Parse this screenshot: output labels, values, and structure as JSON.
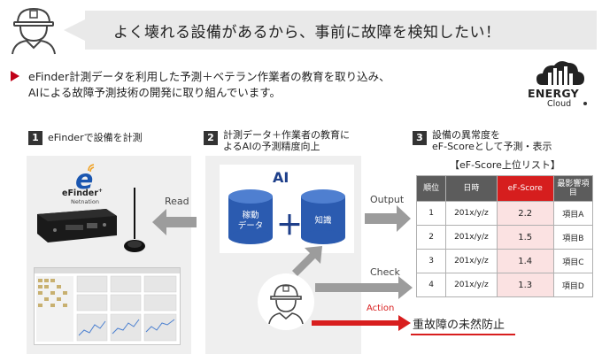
{
  "headline": "よく壊れる設備があるから、事前に故障を検知したい！",
  "intro": {
    "line1": "eFinder計測データを利用した予測＋ベテラン作業者の教育を取り込み、",
    "line2": "AIによる故障予測技術の開発に取り組んでいます。"
  },
  "logo": {
    "line1": "ENERGY",
    "line2": "Cloud"
  },
  "steps": [
    {
      "num": "1",
      "text_l1": "eFinderで設備を計測",
      "text_l2": ""
    },
    {
      "num": "2",
      "text_l1": "計測データ＋作業者の教育に",
      "text_l2": "よるAIの予測精度向上"
    },
    {
      "num": "3",
      "text_l1": "設備の異常度を",
      "text_l2": "eF-Scoreとして予測・表示"
    }
  ],
  "efinder": {
    "brand": "eFinder",
    "tm": "+",
    "sub": "Netnation"
  },
  "ai": {
    "title": "AI",
    "cyl_left_l1": "稼動",
    "cyl_left_l2": "データ",
    "plus": "＋",
    "cyl_right": "知識"
  },
  "arrows": {
    "read": "Read",
    "output": "Output",
    "check": "Check",
    "action": "Action"
  },
  "list_title": "【eF-Score上位リスト】",
  "table": {
    "headers": [
      "順位",
      "日時",
      "eF-Score",
      "最影響項目"
    ],
    "rows": [
      [
        "1",
        "201x/y/z",
        "2.2",
        "項目A"
      ],
      [
        "2",
        "201x/y/z",
        "1.5",
        "項目B"
      ],
      [
        "3",
        "201x/y/z",
        "1.4",
        "項目C"
      ],
      [
        "4",
        "201x/y/z",
        "1.3",
        "項目D"
      ]
    ]
  },
  "result": "重故障の未然防止",
  "colors": {
    "accent": "#d81e1e",
    "ai_blue": "#1e3f8a",
    "efinder_blue": "#1a56b0",
    "panel": "#efefef",
    "arrow": "#9c9c9c"
  }
}
